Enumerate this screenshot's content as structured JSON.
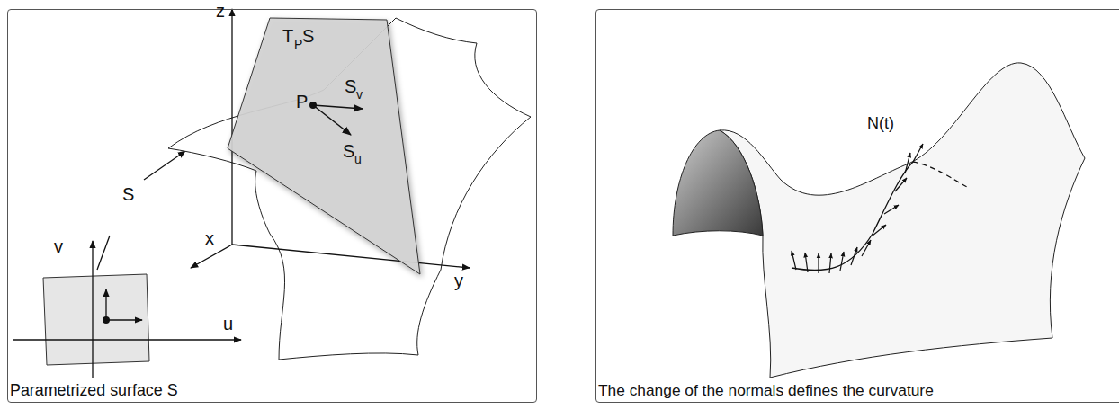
{
  "diagram": {
    "nodes": [
      {
        "text": [
          "Parametrized surface S"
        ]
      },
      {
        "text": [
          "The change of the normals defines the curvature"
        ]
      }
    ],
    "labels": [
      "z",
      "T",
      "P",
      "S",
      "P",
      "S",
      "v",
      "S",
      "u",
      "S",
      "v",
      "x",
      "y",
      "u",
      "N(t)"
    ]
  }
}
